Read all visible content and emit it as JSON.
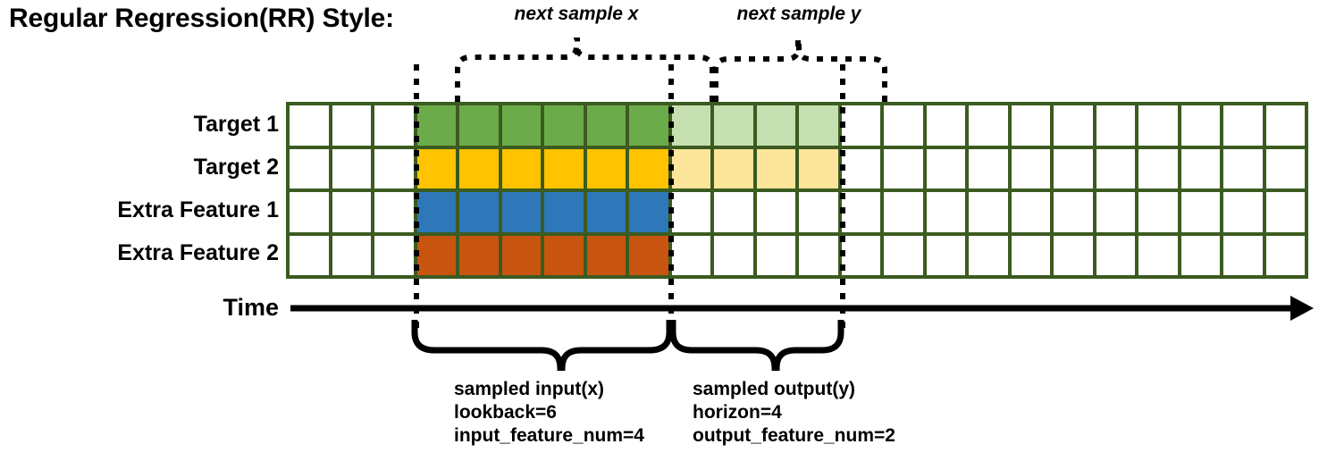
{
  "title": "Regular Regression(RR) Style:",
  "axis": {
    "time_label": "Time",
    "arrow_icon": "arrow-right-icon"
  },
  "rows": [
    {
      "label": "Target 1",
      "key": "target-1"
    },
    {
      "label": "Target 2",
      "key": "target-2"
    },
    {
      "label": "Extra Feature 1",
      "key": "extra-feature-1"
    },
    {
      "label": "Extra Feature 2",
      "key": "extra-feature-2"
    }
  ],
  "grid": {
    "columns": 24,
    "rows": 4,
    "border_color": "#3b5b20",
    "empty_color": "#ffffff",
    "colors": {
      "target_1": "#6cab49",
      "target_2": "#ffc300",
      "extra_feature_1": "#2e77b8",
      "extra_feature_2": "#c8550f",
      "target_1_faded": "#c5dfb0",
      "target_2_faded": "#fde59c"
    },
    "input_start_col": 3,
    "input_end_col": 9,
    "output_start_col": 9,
    "output_end_col": 13,
    "cell_fills": [
      [
        "empty",
        "empty",
        "empty",
        "target_1",
        "target_1",
        "target_1",
        "target_1",
        "target_1",
        "target_1",
        "target_1_faded",
        "target_1_faded",
        "target_1_faded",
        "target_1_faded",
        "empty",
        "empty",
        "empty",
        "empty",
        "empty",
        "empty",
        "empty",
        "empty",
        "empty",
        "empty",
        "empty"
      ],
      [
        "empty",
        "empty",
        "empty",
        "target_2",
        "target_2",
        "target_2",
        "target_2",
        "target_2",
        "target_2",
        "target_2_faded",
        "target_2_faded",
        "target_2_faded",
        "target_2_faded",
        "empty",
        "empty",
        "empty",
        "empty",
        "empty",
        "empty",
        "empty",
        "empty",
        "empty",
        "empty",
        "empty"
      ],
      [
        "empty",
        "empty",
        "empty",
        "extra_feature_1",
        "extra_feature_1",
        "extra_feature_1",
        "extra_feature_1",
        "extra_feature_1",
        "extra_feature_1",
        "empty",
        "empty",
        "empty",
        "empty",
        "empty",
        "empty",
        "empty",
        "empty",
        "empty",
        "empty",
        "empty",
        "empty",
        "empty",
        "empty",
        "empty"
      ],
      [
        "empty",
        "empty",
        "empty",
        "extra_feature_2",
        "extra_feature_2",
        "extra_feature_2",
        "extra_feature_2",
        "extra_feature_2",
        "extra_feature_2",
        "empty",
        "empty",
        "empty",
        "empty",
        "empty",
        "empty",
        "empty",
        "empty",
        "empty",
        "empty",
        "empty",
        "empty",
        "empty",
        "empty",
        "empty"
      ]
    ]
  },
  "top_braces": [
    {
      "key": "next-sample-x",
      "label": "next sample x"
    },
    {
      "key": "next-sample-y",
      "label": "next sample y"
    }
  ],
  "bottom_notes": [
    {
      "key": "sampled-input",
      "title": "sampled input(x)",
      "line2": "lookback=6",
      "line3": "input_feature_num=4"
    },
    {
      "key": "sampled-output",
      "title": "sampled output(y)",
      "line2": "horizon=4",
      "line3": "output_feature_num=2"
    }
  ]
}
